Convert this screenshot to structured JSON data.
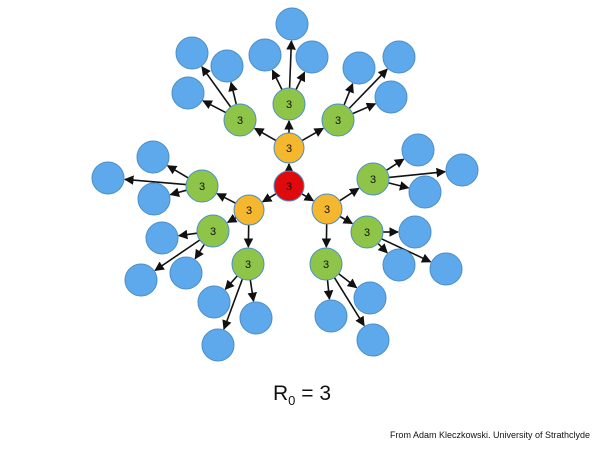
{
  "diagram": {
    "colors": {
      "index_case": "#e0090b",
      "generation_1": "#f5b72d",
      "generation_2": "#8ec549",
      "generation_3": "#5da9eb",
      "node_stroke": "#4a8ec8",
      "edge": "#111111"
    },
    "index_case_label": "3",
    "generation_1_label": "3",
    "generation_2_label": "3",
    "generation_3_label": "",
    "offspring_per_node": 3
  },
  "formula": {
    "symbol": "R",
    "subscript": "0",
    "rest": " = 3"
  },
  "credit": "From Adam Kleczkowski. University of Strathclyde"
}
